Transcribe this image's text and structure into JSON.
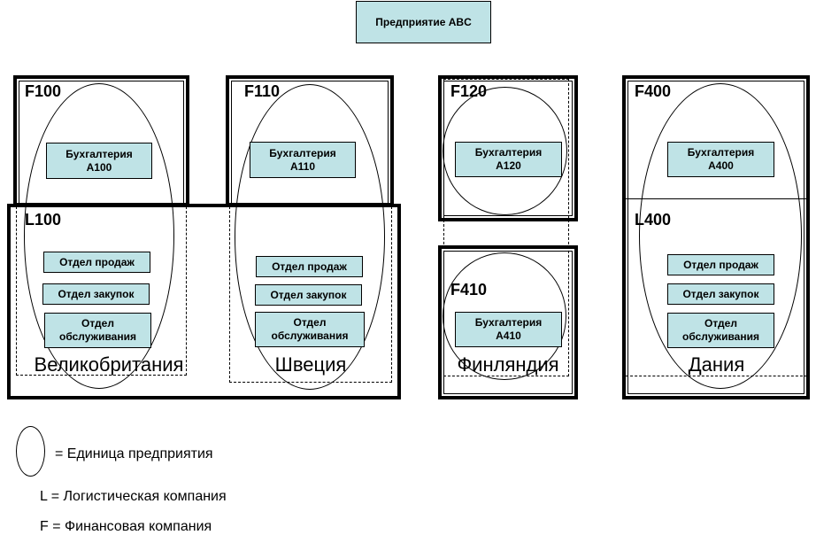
{
  "company": "Предприятие ABC",
  "countries": {
    "uk": {
      "name": "Великобритания",
      "finance_code": "F100",
      "logistics_code": "L100",
      "accounting": "Бухгалтерия\nA100",
      "departments": [
        "Отдел продаж",
        "Отдел закупок",
        "Отдел\nобслуживания"
      ]
    },
    "se": {
      "name": "Швеция",
      "finance_code": "F110",
      "accounting": "Бухгалтерия\nA110",
      "departments": [
        "Отдел продаж",
        "Отдел закупок",
        "Отдел\nобслуживания"
      ]
    },
    "fi": {
      "name": "Финляндия",
      "finance_code_1": "F120",
      "accounting_1": "Бухгалтерия\nA120",
      "finance_code_2": "F410",
      "accounting_2": "Бухгалтерия\nA410"
    },
    "dk": {
      "name": "Дания",
      "finance_code": "F400",
      "logistics_code": "L400",
      "accounting": "Бухгалтерия\nA400",
      "departments": [
        "Отдел продаж",
        "Отдел закупок",
        "Отдел\nобслуживания"
      ]
    }
  },
  "legend": {
    "unit": "= Единица предприятия",
    "logistics": "L = Логистическая компания",
    "finance": "F = Финансовая компания"
  }
}
